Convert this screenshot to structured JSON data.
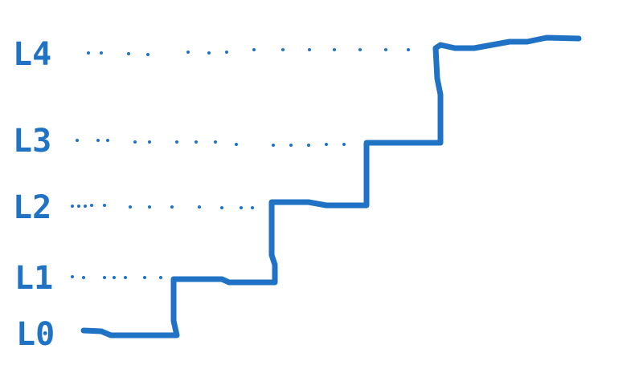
{
  "diagram": {
    "colors": {
      "accent": "#1f72c4",
      "background": "#ffffff"
    },
    "levels": [
      {
        "label": "L4"
      },
      {
        "label": "L3"
      },
      {
        "label": "L2"
      },
      {
        "label": "L1"
      },
      {
        "label": "L0"
      }
    ]
  }
}
